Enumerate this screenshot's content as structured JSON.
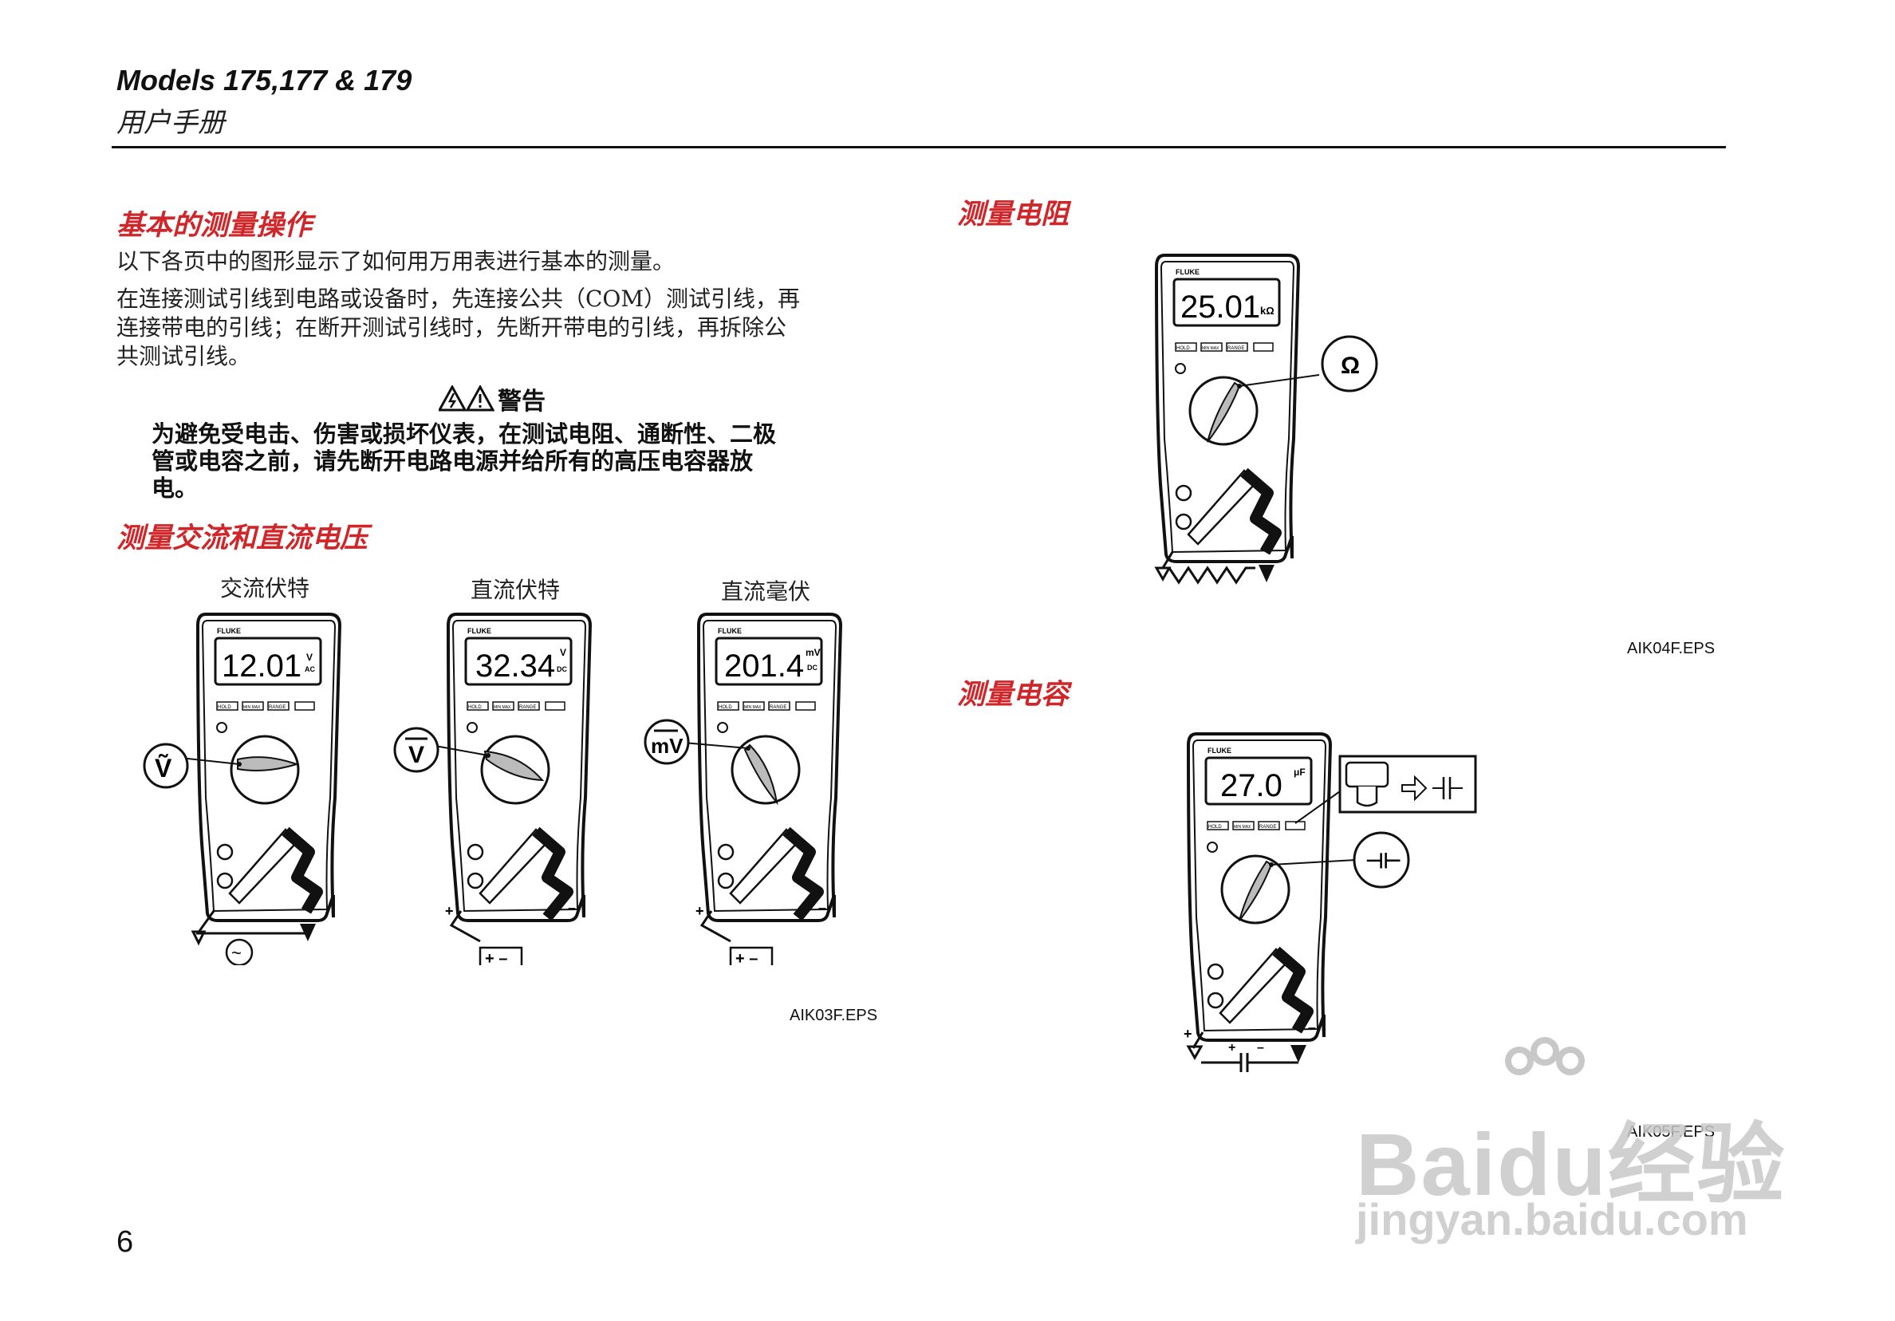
{
  "header": {
    "title": "Models 175,177 & 179",
    "subtitle": "用户手册"
  },
  "basic": {
    "title": "基本的测量操作",
    "para1": "以下各页中的图形显示了如何用万用表进行基本的测量。",
    "para2_lines": [
      "在连接测试引线到电路或设备时，先连接公共（COM）测试引线，再",
      "连接带电的引线；在断开测试引线时，先断开带电的引线，再拆除公",
      "共测试引线。"
    ],
    "warning_title": "警告",
    "warning_lines": [
      "为避免受电击、伤害或损坏仪表，在测试电阻、通断性、二极",
      "管或电容之前，请先断开电路电源并给所有的高压电容器放",
      "电。"
    ]
  },
  "voltage": {
    "title": "测量交流和直流电压",
    "meters": [
      {
        "caption": "交流伏特",
        "reading": "12.01",
        "unit": "V",
        "unit2": "AC",
        "dial": "Ṽ"
      },
      {
        "caption": "直流伏特",
        "reading": "32.34",
        "unit": "V",
        "unit2": "DC",
        "dial": "V"
      },
      {
        "caption": "直流毫伏",
        "reading": "201.4",
        "unit": "mV",
        "unit2": "DC",
        "dial": "mV"
      }
    ],
    "figure_id": "AIK03F.EPS"
  },
  "resistance": {
    "title": "测量电阻",
    "reading": "25.01",
    "unit": "kΩ",
    "dial": "Ω",
    "figure_id": "AIK04F.EPS"
  },
  "capacitance": {
    "title": "测量电容",
    "reading": "27.0",
    "unit": "μF",
    "dial": "⊣⊢",
    "figure_id": "AIK05F.EPS"
  },
  "meter_labels": {
    "brand": "FLUKE",
    "buttons": [
      "HOLD",
      "MIN MAX",
      "RANGE",
      ""
    ]
  },
  "page_number": "6",
  "watermark": {
    "line1": "Baidu经验",
    "line2": "jingyan.baidu.com"
  }
}
